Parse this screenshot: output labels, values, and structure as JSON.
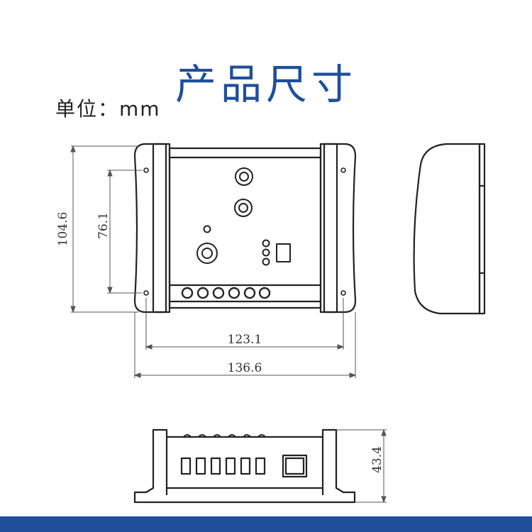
{
  "title": "产品尺寸",
  "unit_label": "单位：mm",
  "dimensions": {
    "total_height": "104.6",
    "hole_spacing_vertical": "76.1",
    "hole_spacing_horizontal": "123.1",
    "total_width": "136.6",
    "depth": "43.4"
  },
  "colors": {
    "title": "#1f4f9a",
    "bar": "#1f4f9a",
    "line": "#222222"
  }
}
